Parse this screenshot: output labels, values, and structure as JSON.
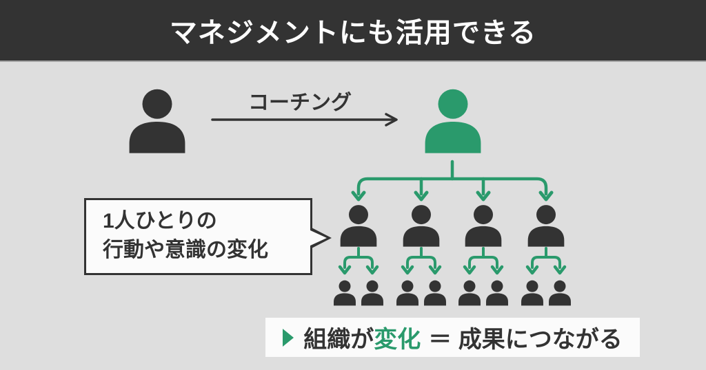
{
  "colors": {
    "header_bg": "#333333",
    "body_bg": "#dedede",
    "dark": "#333333",
    "accent_green": "#2a9a6c",
    "panel_bg": "#fbfbfb"
  },
  "header": {
    "title": "マネジメントにも活用できる"
  },
  "diagram": {
    "coaching_label": "コーチング",
    "icons": {
      "coach": "person-icon",
      "leader": "person-icon",
      "arrow": "arrow-right-icon",
      "branch_arrows": "arrow-down-icon"
    },
    "bubble": {
      "line1": "1人ひとりの",
      "line2": "行動や意識の変化"
    },
    "tree": {
      "manager_count": 4,
      "member_count": 8
    }
  },
  "footer": {
    "bullet": "play-triangle-icon",
    "prefix": "組織が",
    "highlight": "変化",
    "suffix": "＝ 成果につながる"
  }
}
